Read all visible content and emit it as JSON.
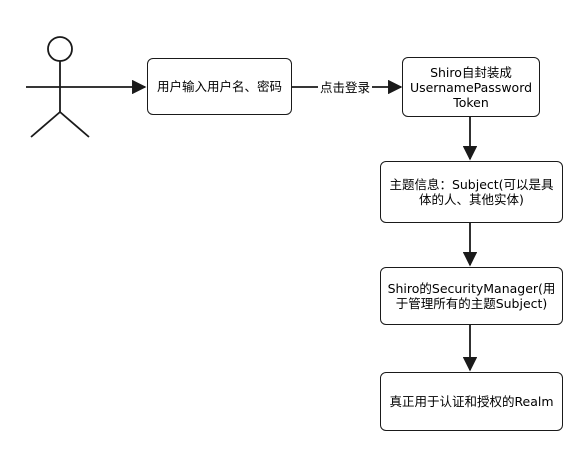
{
  "diagram": {
    "actor": {
      "icon": "stick-figure-actor"
    },
    "nodes": {
      "input": "用户输入用户名、密码",
      "token": "Shiro自封装成\nUsernamePassword\nToken",
      "subject": "主题信息：Subject(可以是具\n体的人、其他实体)",
      "security_manager": "Shiro的SecurityManager(用\n于管理所有的主题Subject)",
      "realm": "真正用于认证和授权的Realm"
    },
    "edges": {
      "input_to_token_label": "点击登录"
    },
    "colors": {
      "stroke": "#1a1a1a",
      "background": "#ffffff"
    }
  }
}
